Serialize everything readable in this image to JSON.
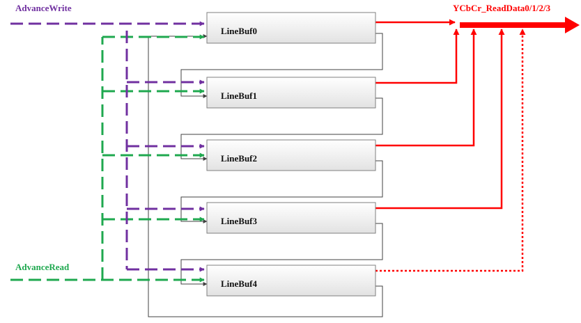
{
  "signals": {
    "write": {
      "label": "AdvanceWrite",
      "color": "#7030a0"
    },
    "read": {
      "label": "AdvanceRead",
      "color": "#1fa84f"
    },
    "output": {
      "label": "YCbCr_ReadData0/1/2/3",
      "color": "#ff0000"
    }
  },
  "buffers": [
    {
      "label": "LineBuf0",
      "output": "solid"
    },
    {
      "label": "LineBuf1",
      "output": "solid"
    },
    {
      "label": "LineBuf2",
      "output": "solid"
    },
    {
      "label": "LineBuf3",
      "output": "solid"
    },
    {
      "label": "LineBuf4",
      "output": "dotted"
    }
  ],
  "colors": {
    "feedback": "#404040",
    "box_stroke": "#7f7f7f",
    "box_fill_top": "#ffffff",
    "box_fill_bottom": "#e4e4e4"
  }
}
